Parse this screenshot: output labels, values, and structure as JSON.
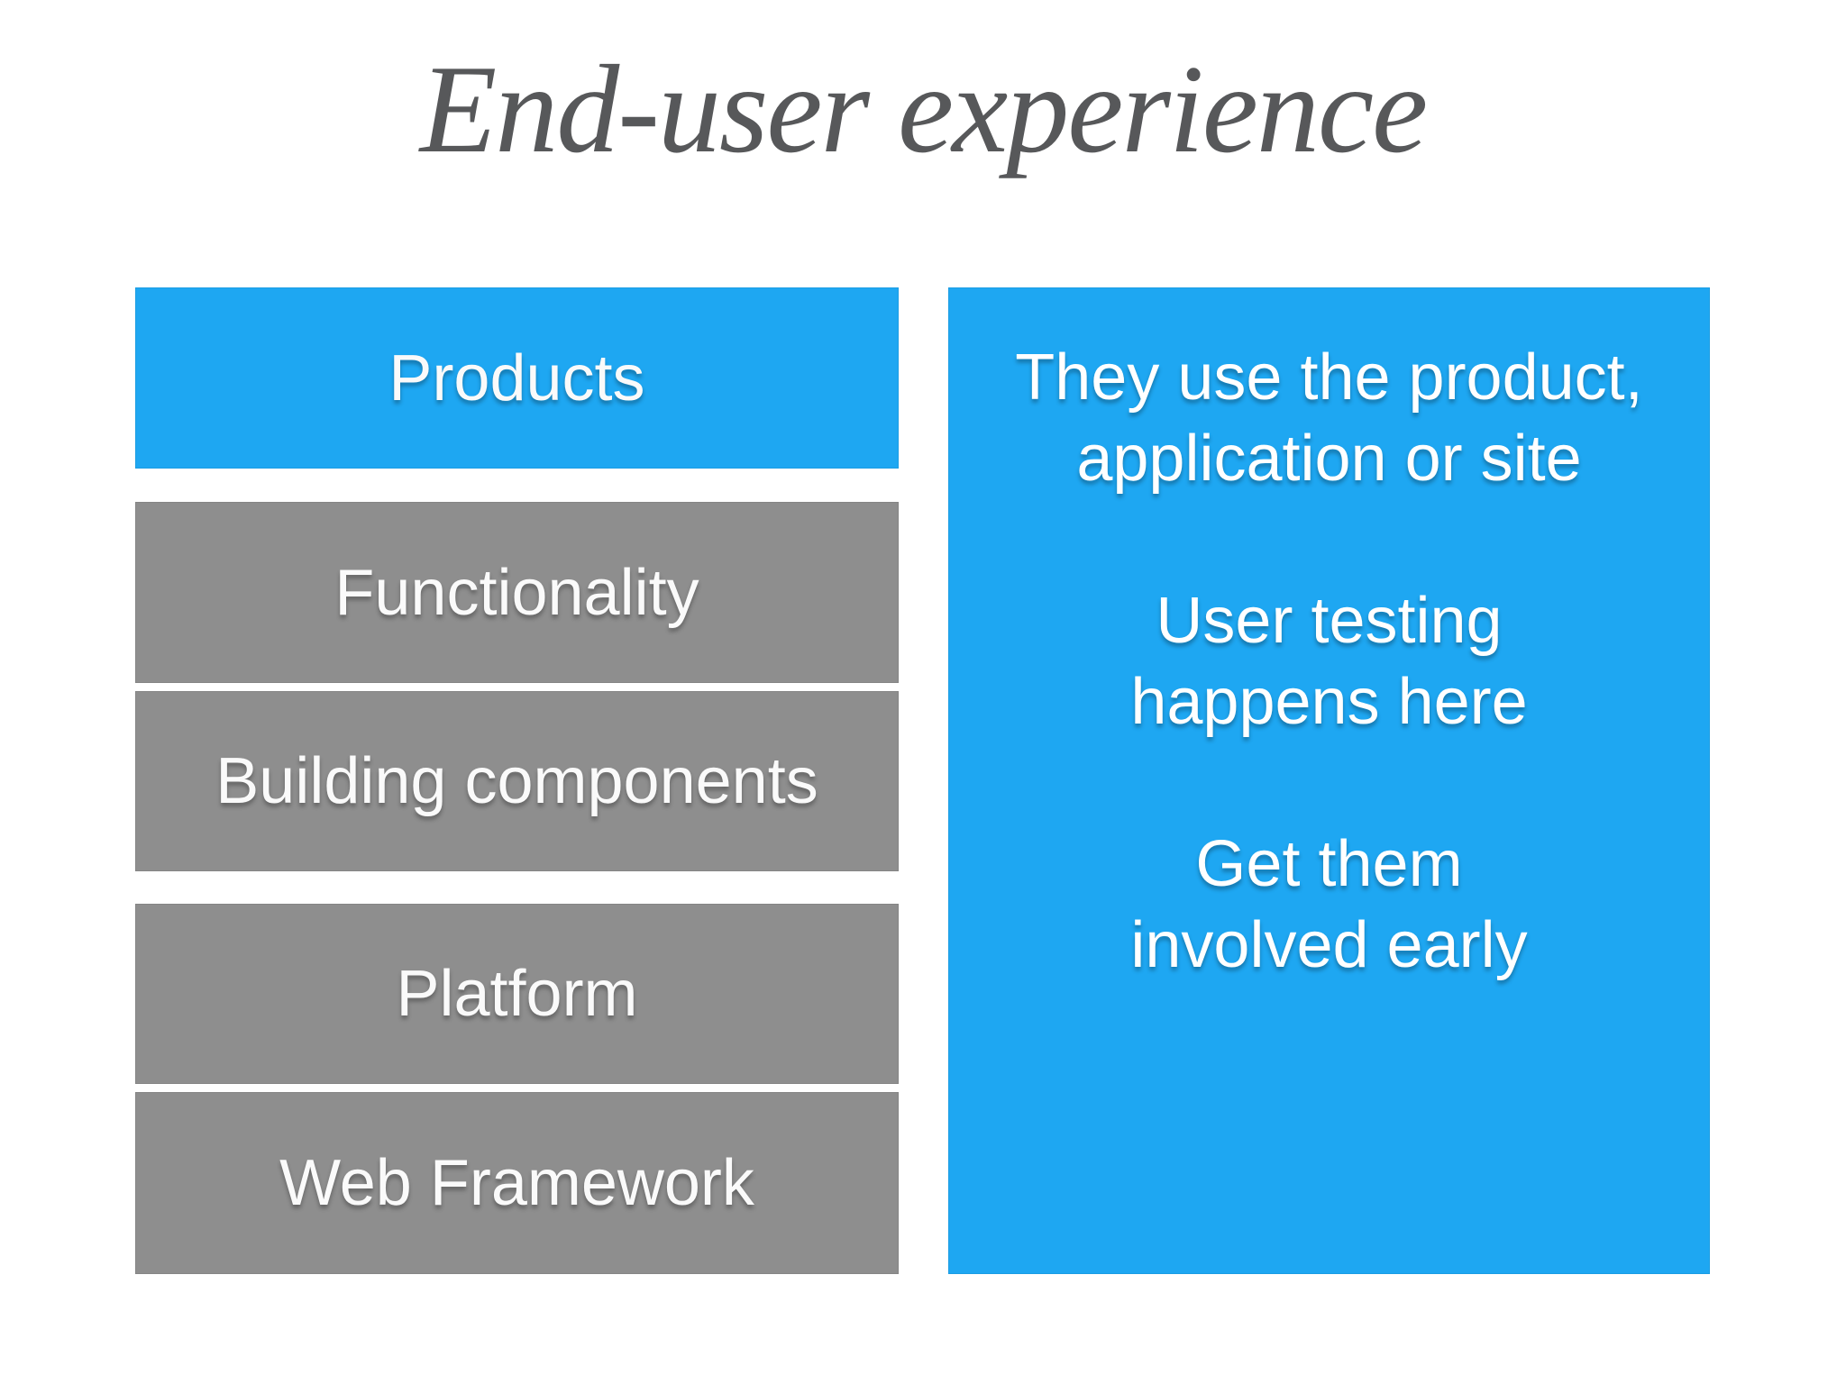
{
  "slide": {
    "title": "End-user experience",
    "colors": {
      "accent_blue": "#1ea7f2",
      "layer_gray": "#8e8e8e",
      "title_gray": "#57585a",
      "background": "#ffffff",
      "label_text": "#fafafa"
    },
    "stack": [
      {
        "label": "Products",
        "highlighted": true
      },
      {
        "label": "Functionality",
        "highlighted": false
      },
      {
        "label": "Building components",
        "highlighted": false
      },
      {
        "label": "Platform",
        "highlighted": false
      },
      {
        "label": "Web Framework",
        "highlighted": false
      }
    ],
    "panel": {
      "paragraphs": [
        "They use the product,\napplication or site",
        "User testing\nhappens here",
        "Get them\ninvolved early"
      ]
    }
  }
}
